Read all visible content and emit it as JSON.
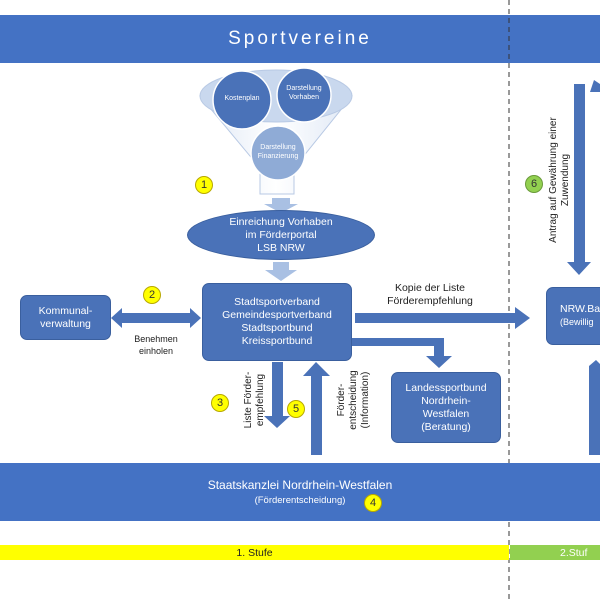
{
  "header": {
    "title": "Sportvereine"
  },
  "funnel": {
    "items": [
      "Kostenplan",
      "Darstellung Vorhaben",
      "Darstellung Finanzierung"
    ]
  },
  "nodes": {
    "einreichung": [
      "Einreichung Vorhaben",
      "im Förderportal",
      "LSB NRW"
    ],
    "kommunal": [
      "Kommunal-",
      "verwaltung"
    ],
    "stadtsport": [
      "Stadtsportverband",
      "Gemeindesportverband",
      "Stadtsportbund",
      "Kreissportbund"
    ],
    "landessport": [
      "Landessportbund",
      "Nordrhein-",
      "Westfalen",
      "(Beratung)"
    ],
    "nrwbank": [
      "NRW.Ba",
      "(Bewillig"
    ],
    "staatskanzlei": {
      "title": "Staatskanzlei Nordrhein-Westfalen",
      "sub": "(Förderentscheidung)"
    }
  },
  "labels": {
    "benehmen": [
      "Benehmen",
      "einholen"
    ],
    "kopie": [
      "Kopie der Liste",
      "Förderempfehlung"
    ],
    "liste": [
      "Liste Förder-",
      "empfehlung"
    ],
    "foerder": [
      "Förder-",
      "entscheidung",
      "(Information)"
    ],
    "antrag": [
      "Antrag auf Gewährung einer",
      "Zuwendung"
    ]
  },
  "steps": [
    "1",
    "2",
    "3",
    "4",
    "5",
    "6"
  ],
  "stages": {
    "stage1": "1. Stufe",
    "stage2": "2.Stuf"
  },
  "colors": {
    "blue": "#4472c4",
    "yellow": "#ffff00",
    "green": "#92d050"
  }
}
